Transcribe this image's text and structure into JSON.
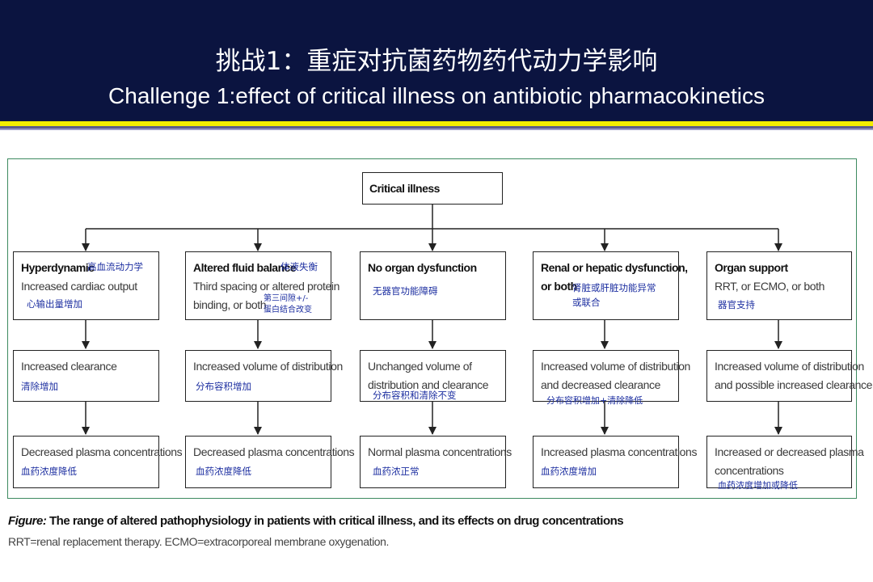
{
  "header": {
    "title_cn": "挑战1：重症对抗菌药物药代动力学影响",
    "title_en": "Challenge 1:effect of critical illness on antibiotic pharmacokinetics"
  },
  "diagram": {
    "root": "Critical illness",
    "col1": {
      "title": "Hyperdynamic",
      "title_cn": "高血流动力学",
      "desc1": "Increased cardiac output",
      "desc_cn": "心输出量增加",
      "mid": "Increased clearance",
      "mid_cn": "清除增加",
      "bottom": "Decreased plasma concentrations",
      "bottom_cn": "血药浓度降低"
    },
    "col2": {
      "title": "Altered fluid balance",
      "title_cn": "体液失衡",
      "desc1": "Third spacing or altered protein",
      "desc2": "binding, or both",
      "desc_cn1": "第三间隙+/-",
      "desc_cn2": "蛋白结合改变",
      "mid": "Increased volume of distribution",
      "mid_cn": "分布容积增加",
      "bottom": "Decreased plasma concentrations",
      "bottom_cn": "血药浓度降低"
    },
    "col3": {
      "title": "No organ dysfunction",
      "title_cn": "无器官功能障碍",
      "mid1": "Unchanged volume of",
      "mid2": "distribution and clearance",
      "mid_cn": "分布容积和清除不变",
      "bottom": "Normal plasma concentrations",
      "bottom_cn": "血药浓正常"
    },
    "col4": {
      "title1": "Renal or hepatic dysfunction,",
      "title2": "or both",
      "title_cn1": "肾脏或肝脏功能异常",
      "title_cn2": "或联合",
      "mid1": "Increased volume of distribution",
      "mid2": "and decreased clearance",
      "mid_cn": "分布容积增加+清除降低",
      "bottom": "Increased plasma concentrations",
      "bottom_cn": "血药浓度增加"
    },
    "col5": {
      "title": "Organ support",
      "desc1": "RRT, or ECMO, or both",
      "desc_cn": "器官支持",
      "mid1": "Increased volume of distribution",
      "mid2": "and possible increased clearance",
      "bottom1": "Increased or decreased plasma",
      "bottom2": "concentrations",
      "bottom_cn": "血药浓度增加或降低"
    }
  },
  "caption": {
    "lead": "Figure:",
    "text": " The range of altered pathophysiology in patients with critical illness, and its effects on drug concentrations",
    "abbrev": "RRT=renal replacement therapy. ECMO=extracorporeal membrane oxygenation."
  }
}
